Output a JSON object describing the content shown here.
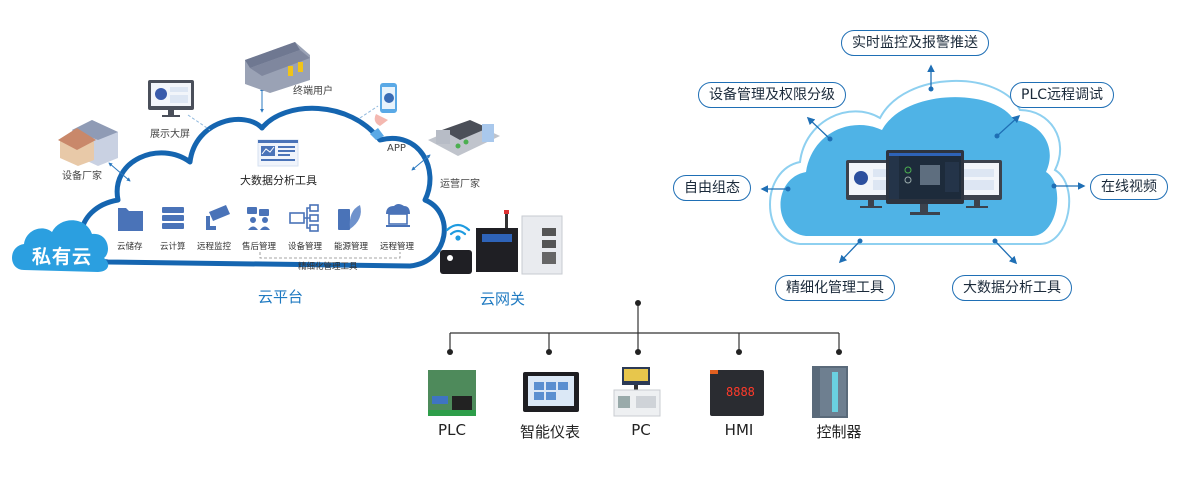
{
  "left_panel": {
    "private_cloud_label": "私有云",
    "cloud_platform_label": "云平台",
    "big_data_label": "大数据分析工具",
    "actors": [
      {
        "id": "device-maker",
        "label": "设备厂家",
        "icon": "factory-building-icon"
      },
      {
        "id": "display-screen",
        "label": "展示大屏",
        "icon": "monitor-dashboard-icon"
      },
      {
        "id": "end-user",
        "label": "终端用户",
        "icon": "warehouse-icon"
      },
      {
        "id": "app",
        "label": "APP",
        "icon": "smartphone-icon"
      },
      {
        "id": "operator",
        "label": "运营厂家",
        "icon": "city-block-icon"
      }
    ],
    "services": [
      {
        "label": "云储存",
        "icon": "folder-icon"
      },
      {
        "label": "云计算",
        "icon": "server-stack-icon"
      },
      {
        "label": "远程监控",
        "icon": "cctv-camera-icon"
      },
      {
        "label": "售后管理",
        "icon": "support-team-icon"
      },
      {
        "label": "设备管理",
        "icon": "device-tree-icon"
      },
      {
        "label": "能源管理",
        "icon": "battery-leaf-icon"
      },
      {
        "label": "远程管理",
        "icon": "cloud-laptop-icon"
      }
    ],
    "fine_mgmt_group_label": "精细化管理工具",
    "gateway_label": "云网关"
  },
  "right_panel": {
    "features": [
      {
        "id": "realtime",
        "label": "实时监控及报警推送"
      },
      {
        "id": "device-perm",
        "label": "设备管理及权限分级"
      },
      {
        "id": "plc-remote",
        "label": "PLC远程调试"
      },
      {
        "id": "free-config",
        "label": "自由组态"
      },
      {
        "id": "video",
        "label": "在线视频"
      },
      {
        "id": "fine-mgmt",
        "label": "精细化管理工具"
      },
      {
        "id": "big-data",
        "label": "大数据分析工具"
      }
    ]
  },
  "devices": [
    {
      "label": "PLC",
      "icon": "plc-board-icon"
    },
    {
      "label": "智能仪表",
      "icon": "touch-panel-icon"
    },
    {
      "label": "PC",
      "icon": "industrial-pc-icon"
    },
    {
      "label": "HMI",
      "icon": "digital-meter-icon"
    },
    {
      "label": "控制器",
      "icon": "controller-module-icon"
    }
  ],
  "colors": {
    "cloud_outline": "#1565b0",
    "cloud_fill_right": "#4fb3e6",
    "private_cloud": "#2b9fe0",
    "service_icon": "#4a73b8",
    "title_blue": "#1f7ac1",
    "pill_border": "#1f6fb5"
  }
}
